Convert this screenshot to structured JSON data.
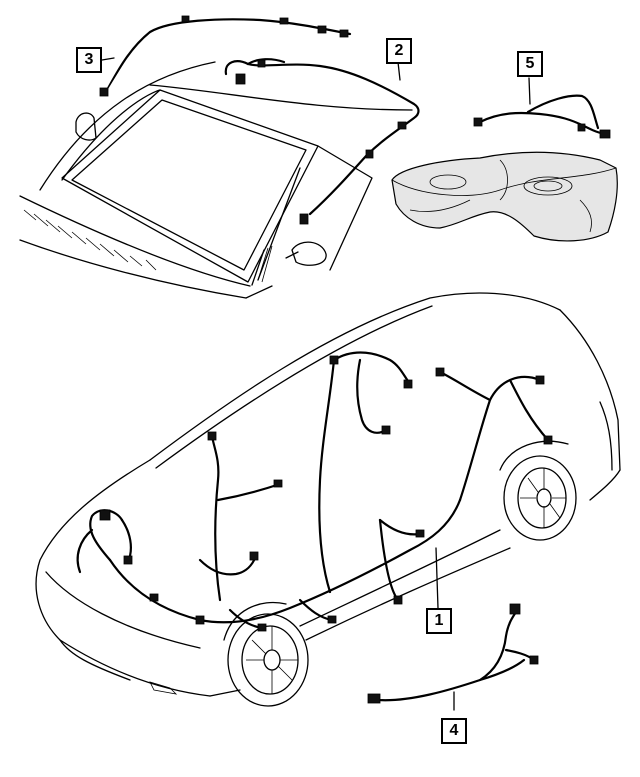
{
  "callouts": [
    {
      "id": "callout-3",
      "label": "3"
    },
    {
      "id": "callout-2",
      "label": "2"
    },
    {
      "id": "callout-5",
      "label": "5"
    },
    {
      "id": "callout-1",
      "label": "1"
    },
    {
      "id": "callout-4",
      "label": "4"
    }
  ],
  "colors": {
    "line": "#000000",
    "background": "#ffffff",
    "tank_fill": "#e6e6e6"
  }
}
